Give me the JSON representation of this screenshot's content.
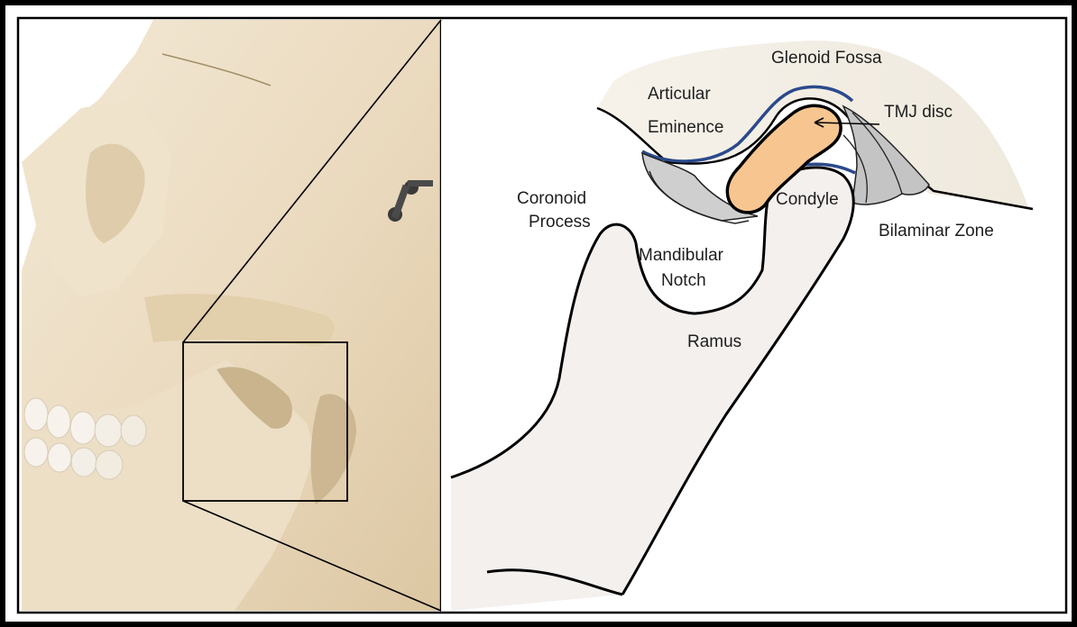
{
  "labels": {
    "glenoid_fossa": "Glenoid Fossa",
    "articular_line1": "Articular",
    "articular_line2": "Eminence",
    "tmj_disc": "TMJ disc",
    "coronoid_line1": "Coronoid",
    "coronoid_line2": "Process",
    "condyle": "Condyle",
    "bilaminar_zone": "Bilaminar Zone",
    "mandibular_line1": "Mandibular",
    "mandibular_line2": "Notch",
    "ramus": "Ramus"
  },
  "colors": {
    "border": "#000000",
    "skull_bone": "#e9dcc4",
    "skull_shadow": "#c9b48e",
    "fossa_fill": "#f3efe6",
    "disc_fill": "#f7c690",
    "mandible_fill": "#f4f0ee",
    "ligament_fill": "#c4c4c4",
    "blue_line": "#2b4a8c"
  }
}
